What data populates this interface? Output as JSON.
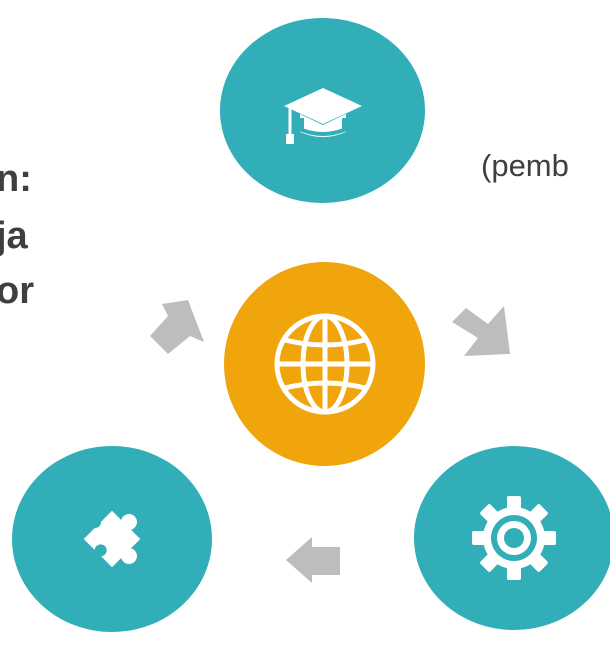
{
  "text_lines": [
    "n:",
    "ja",
    "or"
  ],
  "side_text": "(pemb",
  "colors": {
    "teal": "#32aeb8",
    "orange": "#f0a50d",
    "arrow_gray": "#bdbdbd",
    "text": "#3f3f3f",
    "icon": "#ffffff"
  },
  "nodes": [
    {
      "id": "top",
      "icon": "graduation-cap-icon",
      "color": "teal"
    },
    {
      "id": "center",
      "icon": "globe-icon",
      "color": "orange"
    },
    {
      "id": "bottom-left",
      "icon": "puzzle-piece-icon",
      "color": "teal"
    },
    {
      "id": "bottom-right",
      "icon": "gear-icon",
      "color": "teal"
    }
  ],
  "arrows": [
    {
      "from": "top",
      "to": "bottom-right",
      "icon": "arrow-down-right-icon"
    },
    {
      "from": "bottom-right",
      "to": "bottom-left",
      "icon": "arrow-left-icon"
    },
    {
      "from": "bottom-left",
      "to": "top",
      "icon": "arrow-up-left-icon"
    }
  ]
}
